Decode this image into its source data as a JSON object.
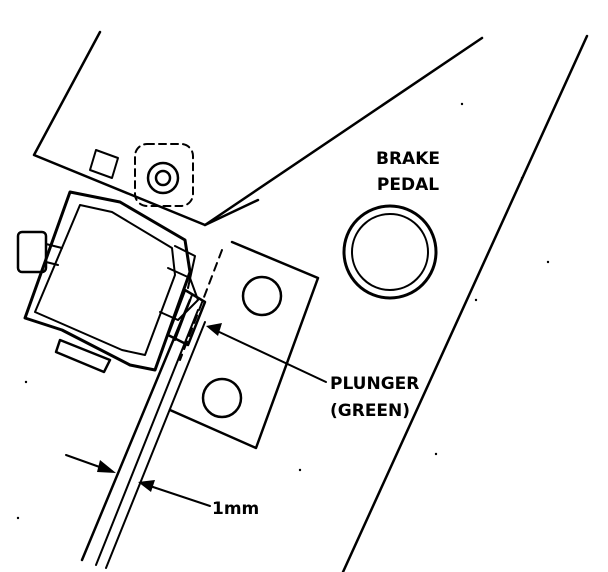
{
  "labels": {
    "brake_pedal_line1": "BRAKE",
    "brake_pedal_line2": "PEDAL",
    "plunger_line1": "PLUNGER",
    "plunger_line2": "(GREEN)",
    "gap": "1mm"
  },
  "colors": {
    "ink": "#000000",
    "paper": "#ffffff"
  }
}
